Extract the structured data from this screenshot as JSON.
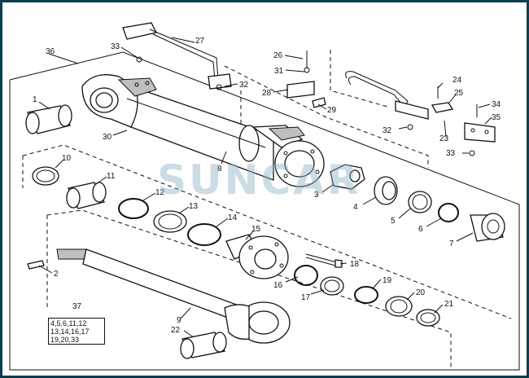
{
  "diagram": {
    "watermark": "SUNCAR",
    "callouts": [
      "1",
      "2",
      "3",
      "4",
      "5",
      "6",
      "7",
      "8",
      "9",
      "10",
      "11",
      "12",
      "13",
      "14",
      "15",
      "16",
      "17",
      "18",
      "19",
      "20",
      "21",
      "22",
      "23",
      "24",
      "25",
      "26",
      "27",
      "28",
      "29",
      "30",
      "31",
      "32",
      "32",
      "33",
      "33",
      "34",
      "35",
      "36",
      "37"
    ],
    "kit_label": "37",
    "kit_lines": [
      "4,5,6,11,12",
      "13,14,16,17",
      "19,20,33"
    ]
  }
}
